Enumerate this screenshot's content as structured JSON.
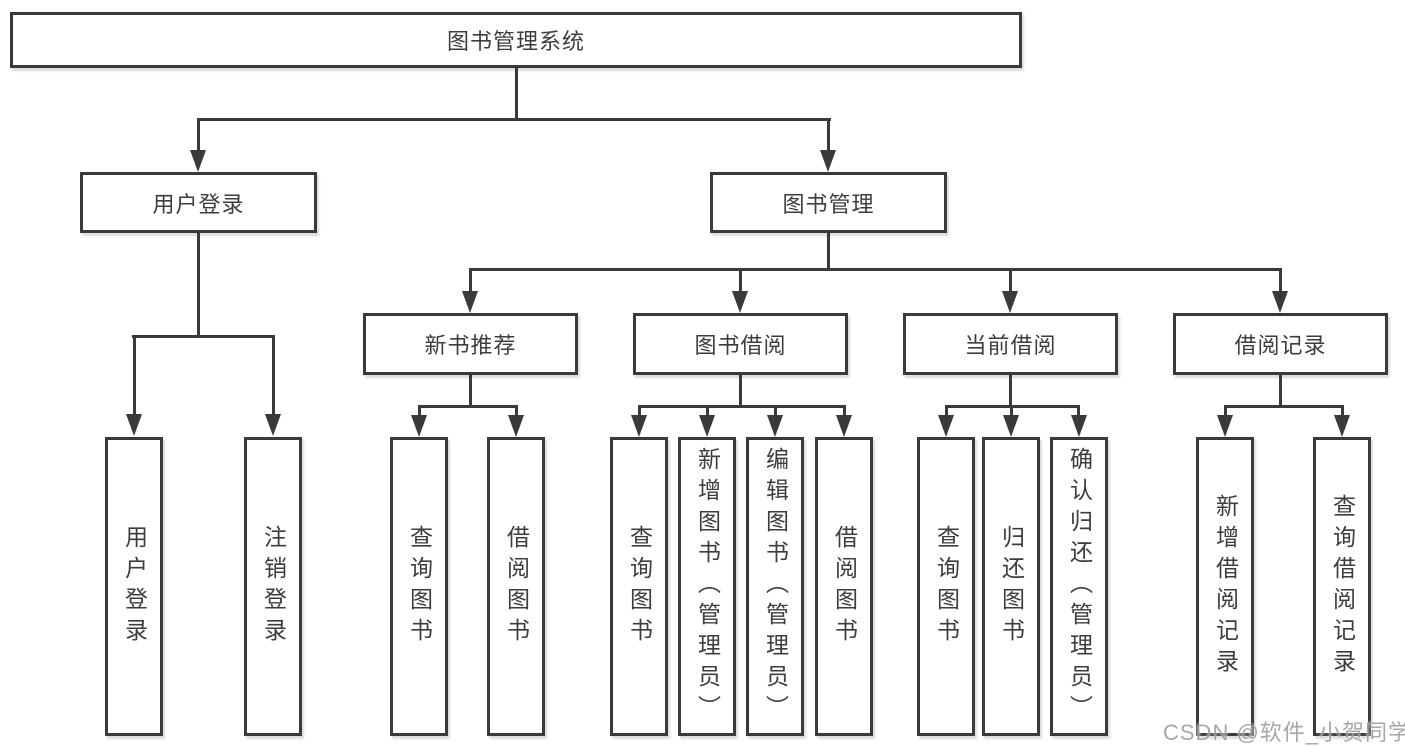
{
  "colors": {
    "line": "#3a3a3a",
    "text": "#3d3d3d",
    "box_background": "#ffffff",
    "watermark": "#9e9e9e"
  },
  "watermark": {
    "text": "CSDN @软件_小贺同学"
  },
  "tree": {
    "root": {
      "label": "图书管理系统"
    },
    "level2": [
      {
        "id": "user-login",
        "label": "用户登录"
      },
      {
        "id": "book-management",
        "label": "图书管理"
      }
    ],
    "level3": [
      {
        "id": "new-book-recommend",
        "label": "新书推荐"
      },
      {
        "id": "book-borrowing",
        "label": "图书借阅"
      },
      {
        "id": "current-borrowing",
        "label": "当前借阅"
      },
      {
        "id": "borrowing-records",
        "label": "借阅记录"
      }
    ],
    "leaves": {
      "user_login": [
        {
          "label": "用户登录"
        },
        {
          "label": "注销登录"
        }
      ],
      "new_book_recommend": [
        {
          "label": "查询图书"
        },
        {
          "label": "借阅图书"
        }
      ],
      "book_borrowing": [
        {
          "label": "查询图书"
        },
        {
          "label": "新增图书（管理员）"
        },
        {
          "label": "编辑图书（管理员）"
        },
        {
          "label": "借阅图书"
        }
      ],
      "current_borrowing": [
        {
          "label": "查询图书"
        },
        {
          "label": "归还图书"
        },
        {
          "label": "确认归还（管理员）"
        }
      ],
      "borrowing_records": [
        {
          "label": "新增借阅记录"
        },
        {
          "label": "查询借阅记录"
        }
      ]
    }
  }
}
